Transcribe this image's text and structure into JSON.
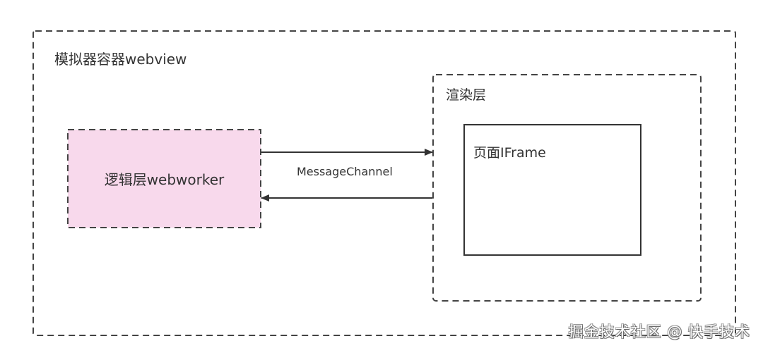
{
  "diagram": {
    "container": {
      "title": "模拟器容器webview"
    },
    "logic_layer": {
      "label": "逻辑层webworker",
      "fill": "#f8d9ec"
    },
    "render_layer": {
      "title": "渲染层"
    },
    "page_iframe": {
      "label": "页面IFrame"
    },
    "channel": {
      "label": "MessageChannel"
    },
    "edges": [
      {
        "from": "logic_layer",
        "to": "render_layer",
        "direction": "right"
      },
      {
        "from": "render_layer",
        "to": "logic_layer",
        "direction": "left"
      }
    ],
    "stroke_color": "#444444"
  },
  "watermark": "掘金技术社区 @ 快手技术"
}
